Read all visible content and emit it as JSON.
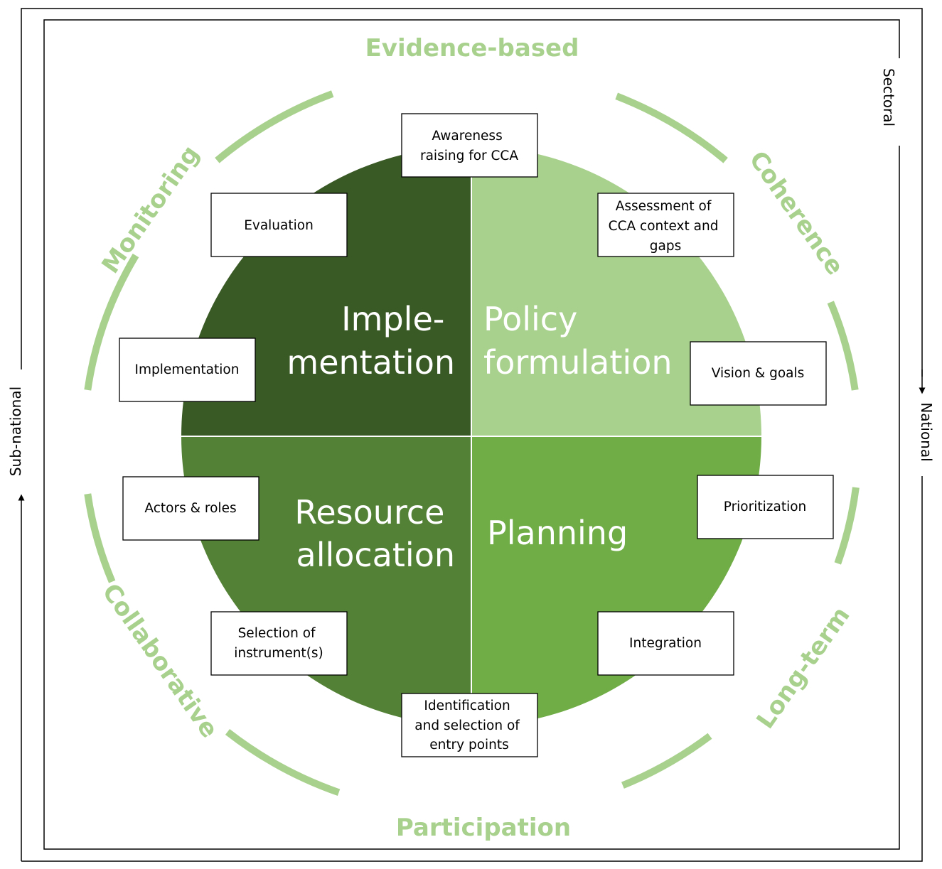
{
  "colors": {
    "implementation_quadrant": "#3a5a25",
    "policy_quadrant": "#a9d18e",
    "resource_quadrant": "#538135",
    "planning_quadrant": "#70ad47",
    "ring": "#a9d18e",
    "frame": "#000000"
  },
  "quadrants": {
    "implementation": [
      "Imple-",
      "mentation"
    ],
    "policy_formulation": [
      "Policy",
      "formulation"
    ],
    "resource_allocation": [
      "Resource",
      "allocation"
    ],
    "planning": [
      "Planning"
    ]
  },
  "principles": {
    "evidence_based": "Evidence-based",
    "coherence": "Coherence",
    "long_term": "Long-term",
    "participation": "Participation",
    "collaborative": "Collaborative",
    "monitoring": "Monitoring"
  },
  "axes": {
    "sectoral": "Sectoral",
    "national": "National",
    "sub_national": "Sub-national"
  },
  "steps": {
    "awareness": [
      "Awareness",
      "raising for CCA"
    ],
    "assessment": [
      "Assessment of",
      "CCA context and",
      "gaps"
    ],
    "vision": [
      "Vision & goals"
    ],
    "prioritization": [
      "Prioritization"
    ],
    "integration": [
      "Integration"
    ],
    "entry_points": [
      "Identification",
      "and selection of",
      "entry points"
    ],
    "instruments": [
      "Selection of",
      "instrument(s)"
    ],
    "actors": [
      "Actors & roles"
    ],
    "implementation": [
      "Implementation"
    ],
    "evaluation": [
      "Evaluation"
    ]
  }
}
